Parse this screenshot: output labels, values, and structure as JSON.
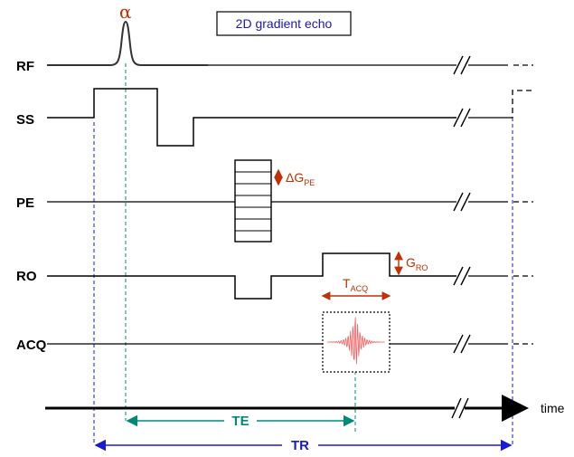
{
  "title": "2D gradient echo",
  "rows": {
    "rf": "RF",
    "ss": "SS",
    "pe": "PE",
    "ro": "RO",
    "acq": "ACQ"
  },
  "annotations": {
    "flip_angle": "α",
    "delta_g": "ΔG",
    "delta_g_sub": "PE",
    "g_ro": "G",
    "g_ro_sub": "RO",
    "t_acq": "T",
    "t_acq_sub": "ACQ",
    "te": "TE",
    "tr": "TR",
    "time": "time"
  },
  "colors": {
    "line": "#000000",
    "red": "#c03000",
    "teal": "#008878",
    "blue": "#1a1ad0",
    "echo": "#f06060"
  }
}
